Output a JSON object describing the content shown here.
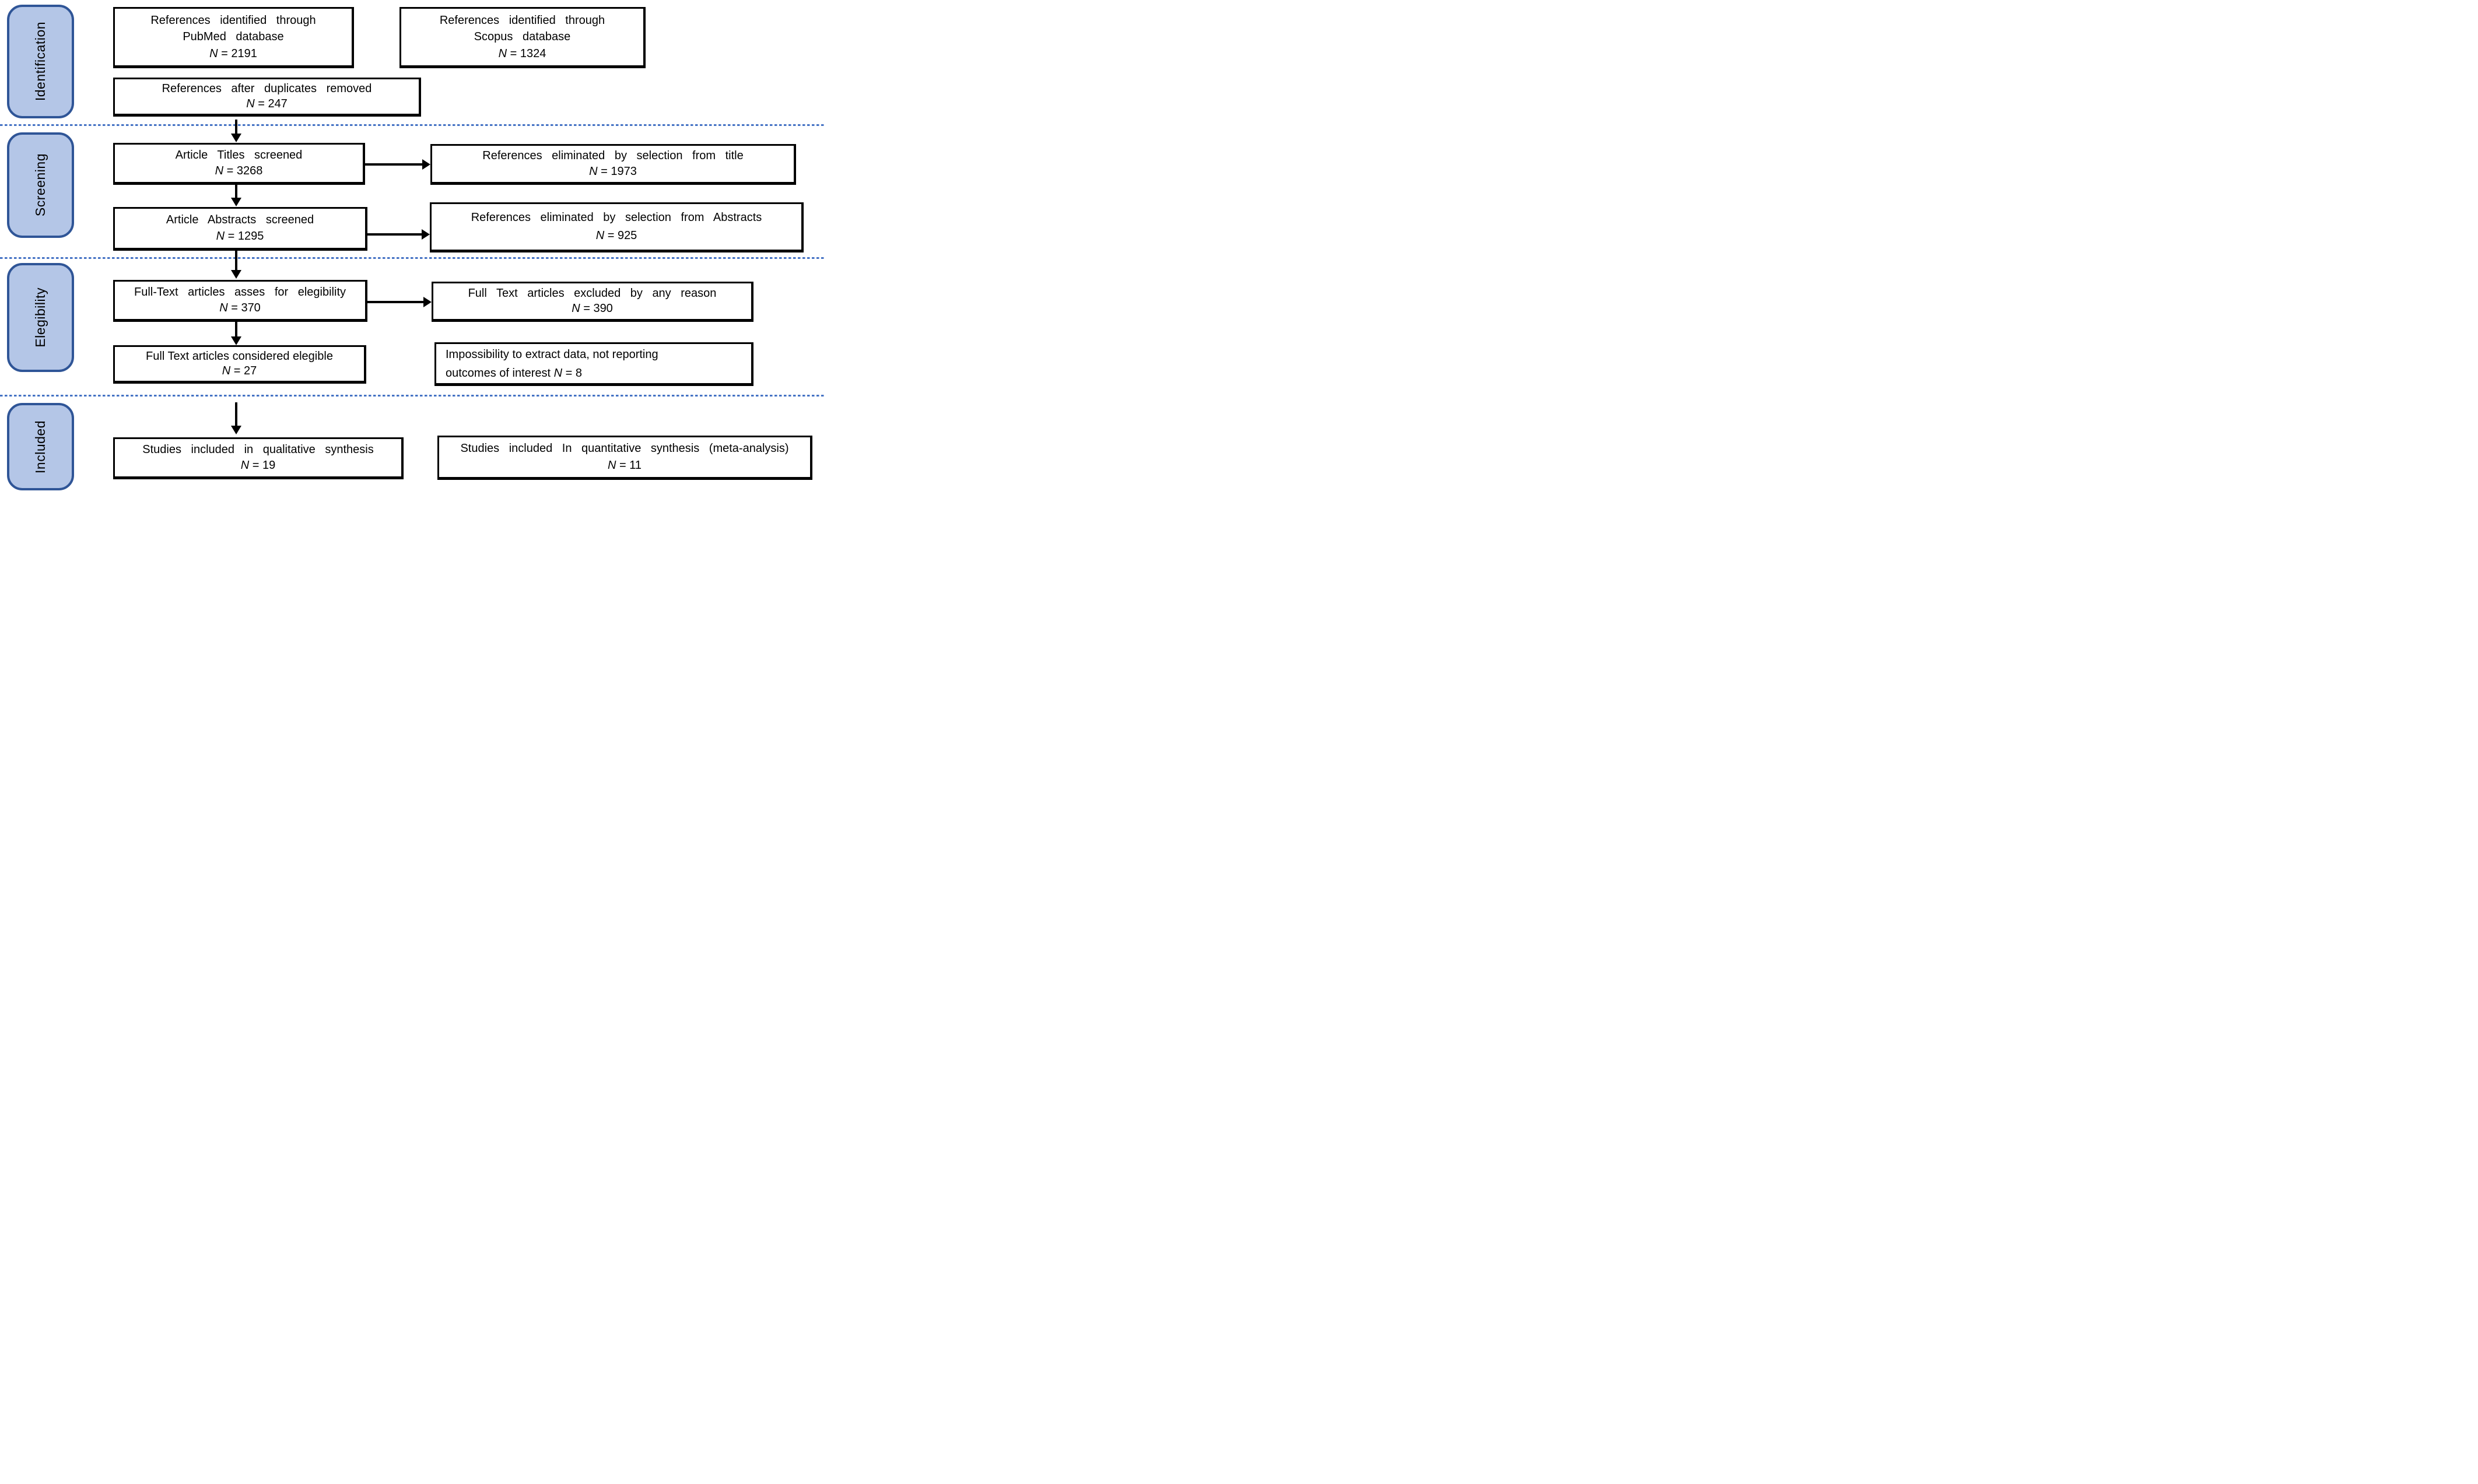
{
  "diagram_title": "PRISMA study selection flow diagram",
  "colors": {
    "stage_fill": "#b4c6e7",
    "stage_border": "#2f5597",
    "divider_dash": "#4472c4",
    "box_border": "#000000",
    "background": "#ffffff"
  },
  "stages": [
    {
      "label": "Identification"
    },
    {
      "label": "Screening"
    },
    {
      "label": "Elegibility"
    },
    {
      "label": "Included"
    }
  ],
  "boxes": {
    "pubmed": {
      "line1": "References identified through",
      "line2": "PubMed database",
      "n_label": "N",
      "n_value": "= 2191"
    },
    "scopus": {
      "line1": "References identified through",
      "line2": "Scopus database",
      "n_label": "N",
      "n_value": "= 1324"
    },
    "duplicates": {
      "line1": "References after duplicates removed",
      "n_label": "N",
      "n_value": "= 247"
    },
    "titles_screened": {
      "line1": "Article Titles screened",
      "n_label": "N",
      "n_value": "= 3268"
    },
    "eliminated_title": {
      "line1": "References eliminated by selection from title",
      "n_label": "N",
      "n_value": "= 1973"
    },
    "abstracts_screened": {
      "line1": "Article Abstracts screened",
      "n_label": "N",
      "n_value": "= 1295"
    },
    "eliminated_abstracts": {
      "line1": "References eliminated by selection from Abstracts",
      "n_label": "N",
      "n_value": "= 925"
    },
    "fulltext_assessed": {
      "line1": "Full-Text articles asses for elegibility",
      "n_label": "N",
      "n_value": "= 370"
    },
    "fulltext_excluded": {
      "line1": "Full Text articles excluded by any reason",
      "n_label": "N",
      "n_value": "= 390"
    },
    "considered_elegible": {
      "line1": "Full Text articles considered elegible",
      "n_label": "N",
      "n_value": "= 27"
    },
    "impossibility": {
      "line1": "Impossibility to extract data, not reporting",
      "line2": "outcomes of interest",
      "n_label": "N",
      "n_value": "= 8"
    },
    "qualitative": {
      "line1": "Studies included in qualitative synthesis",
      "n_label": "N",
      "n_value": "= 19"
    },
    "quantitative": {
      "line1": "Studies included In quantitative synthesis (meta-analysis)",
      "n_label": "N",
      "n_value": "= 11"
    }
  }
}
